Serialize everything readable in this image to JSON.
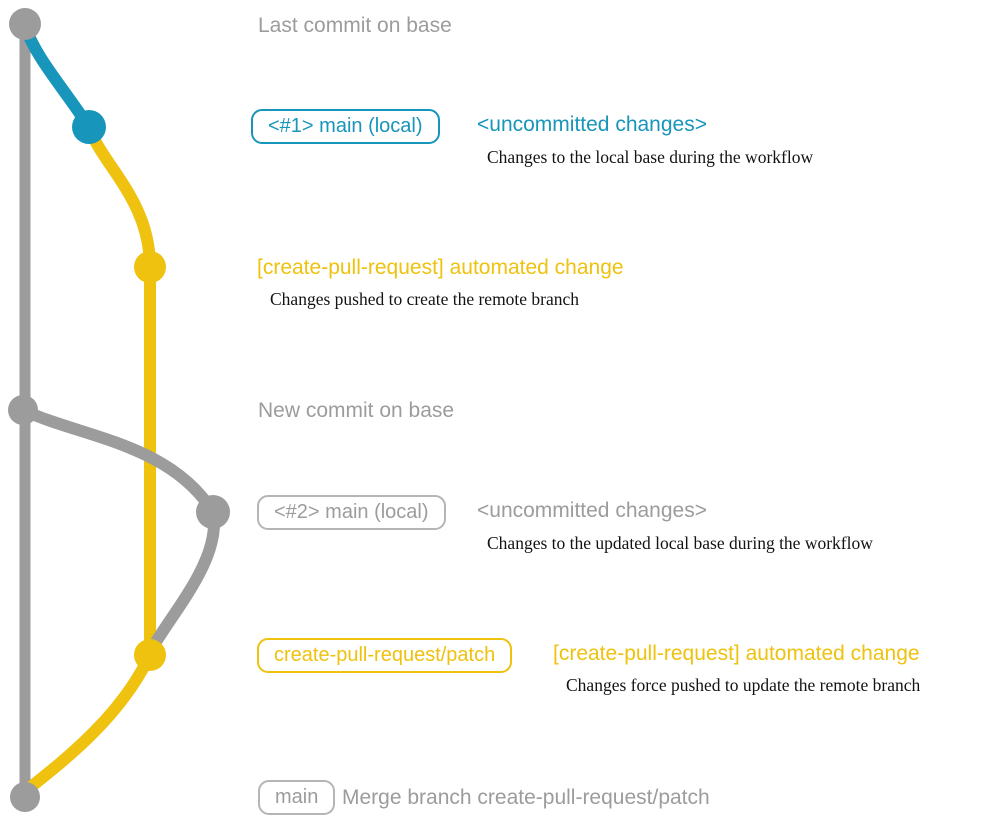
{
  "colors": {
    "gray": "#9c9c9c",
    "gray_border": "#b5b5b5",
    "teal": "#1795ba",
    "yellow": "#eec20e",
    "ink": "#131313",
    "background": "#ffffff"
  },
  "diagram": {
    "type": "git-branch-graph",
    "branches": [
      {
        "name": "base",
        "color_key": "gray"
      },
      {
        "name": "main (local)",
        "color_key": "teal"
      },
      {
        "name": "create-pull-request/patch",
        "color_key": "yellow"
      },
      {
        "name": "main (local) updated",
        "color_key": "gray"
      }
    ],
    "annotations": {
      "last_commit_label": "Last commit on base",
      "step1_badge": "<#1> main (local)",
      "step1_status": "<uncommitted changes>",
      "step1_note": "Changes to the local base during the workflow",
      "push1_title": "[create-pull-request] automated change",
      "push1_note": "Changes pushed to create the remote branch",
      "new_commit_label": "New commit on base",
      "step2_badge": "<#2> main (local)",
      "step2_status": "<uncommitted changes>",
      "step2_note": "Changes to the updated local base during the workflow",
      "patch_badge": "create-pull-request/patch",
      "push2_title": "[create-pull-request] automated change",
      "push2_note": "Changes force pushed to update the remote branch",
      "merge_badge": "main",
      "merge_label": "Merge branch create-pull-request/patch"
    }
  }
}
